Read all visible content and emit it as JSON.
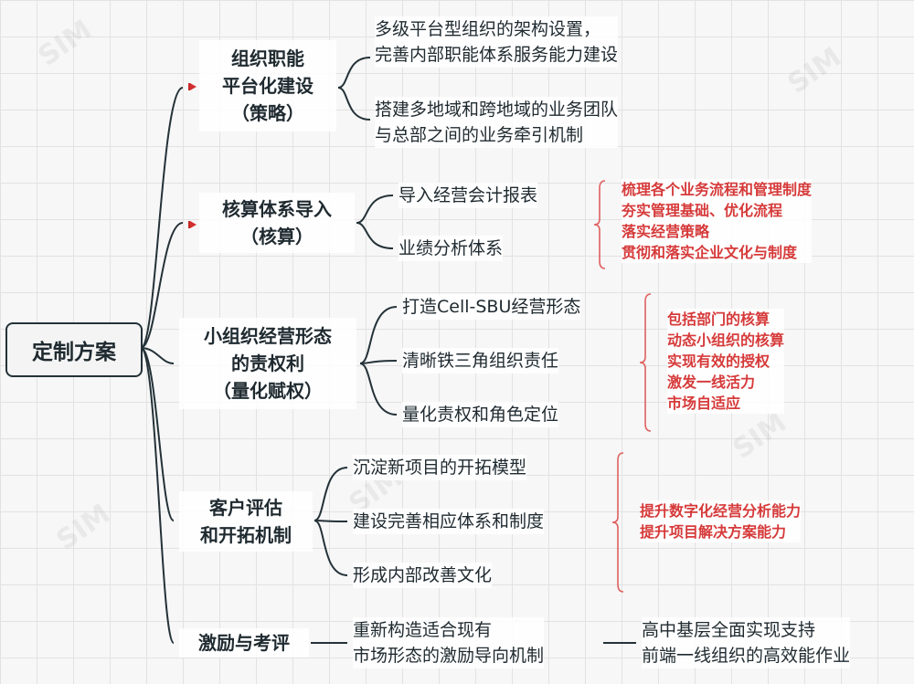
{
  "root": {
    "label": "定制方案"
  },
  "branches": [
    {
      "label": "组织职能\n平台化建设\n（策略）",
      "leaves": [
        "多级平台型组织的架构设置，\n完善内部职能体系服务能力建设",
        "搭建多地域和跨地域的业务团队\n与总部之间的业务牵引机制"
      ]
    },
    {
      "label": "核算体系导入\n（核算）",
      "leaves": [
        "导入经营会计报表",
        "业绩分析体系"
      ],
      "note": "梳理各个业务流程和管理制度\n夯实管理基础、优化流程\n落实经营策略\n贯彻和落实企业文化与制度"
    },
    {
      "label": "小组织经营形态\n的责权利\n（量化赋权）",
      "leaves": [
        "打造Cell-SBU经营形态",
        "清晰铁三角组织责任",
        "量化责权和角色定位"
      ],
      "note": "包括部门的核算\n动态小组织的核算\n实现有效的授权\n激发一线活力\n市场自适应"
    },
    {
      "label": "客户评估\n和开拓机制",
      "leaves": [
        "沉淀新项目的开拓模型",
        "建设完善相应体系和制度",
        "形成内部改善文化"
      ],
      "note": "提升数字化经营分析能力\n提升项目解决方案能力"
    },
    {
      "label": "激励与考评",
      "leaves": [
        "重新构造适合现有\n市场形态的激励导向机制"
      ],
      "tail": "高中基层全面实现支持\n前端一线组织的高效能作业"
    }
  ],
  "style": {
    "line": "#243238",
    "note_color": "#d63a3a",
    "note_bracket": "#e06060"
  },
  "flag_icon": "red-flag-icon"
}
